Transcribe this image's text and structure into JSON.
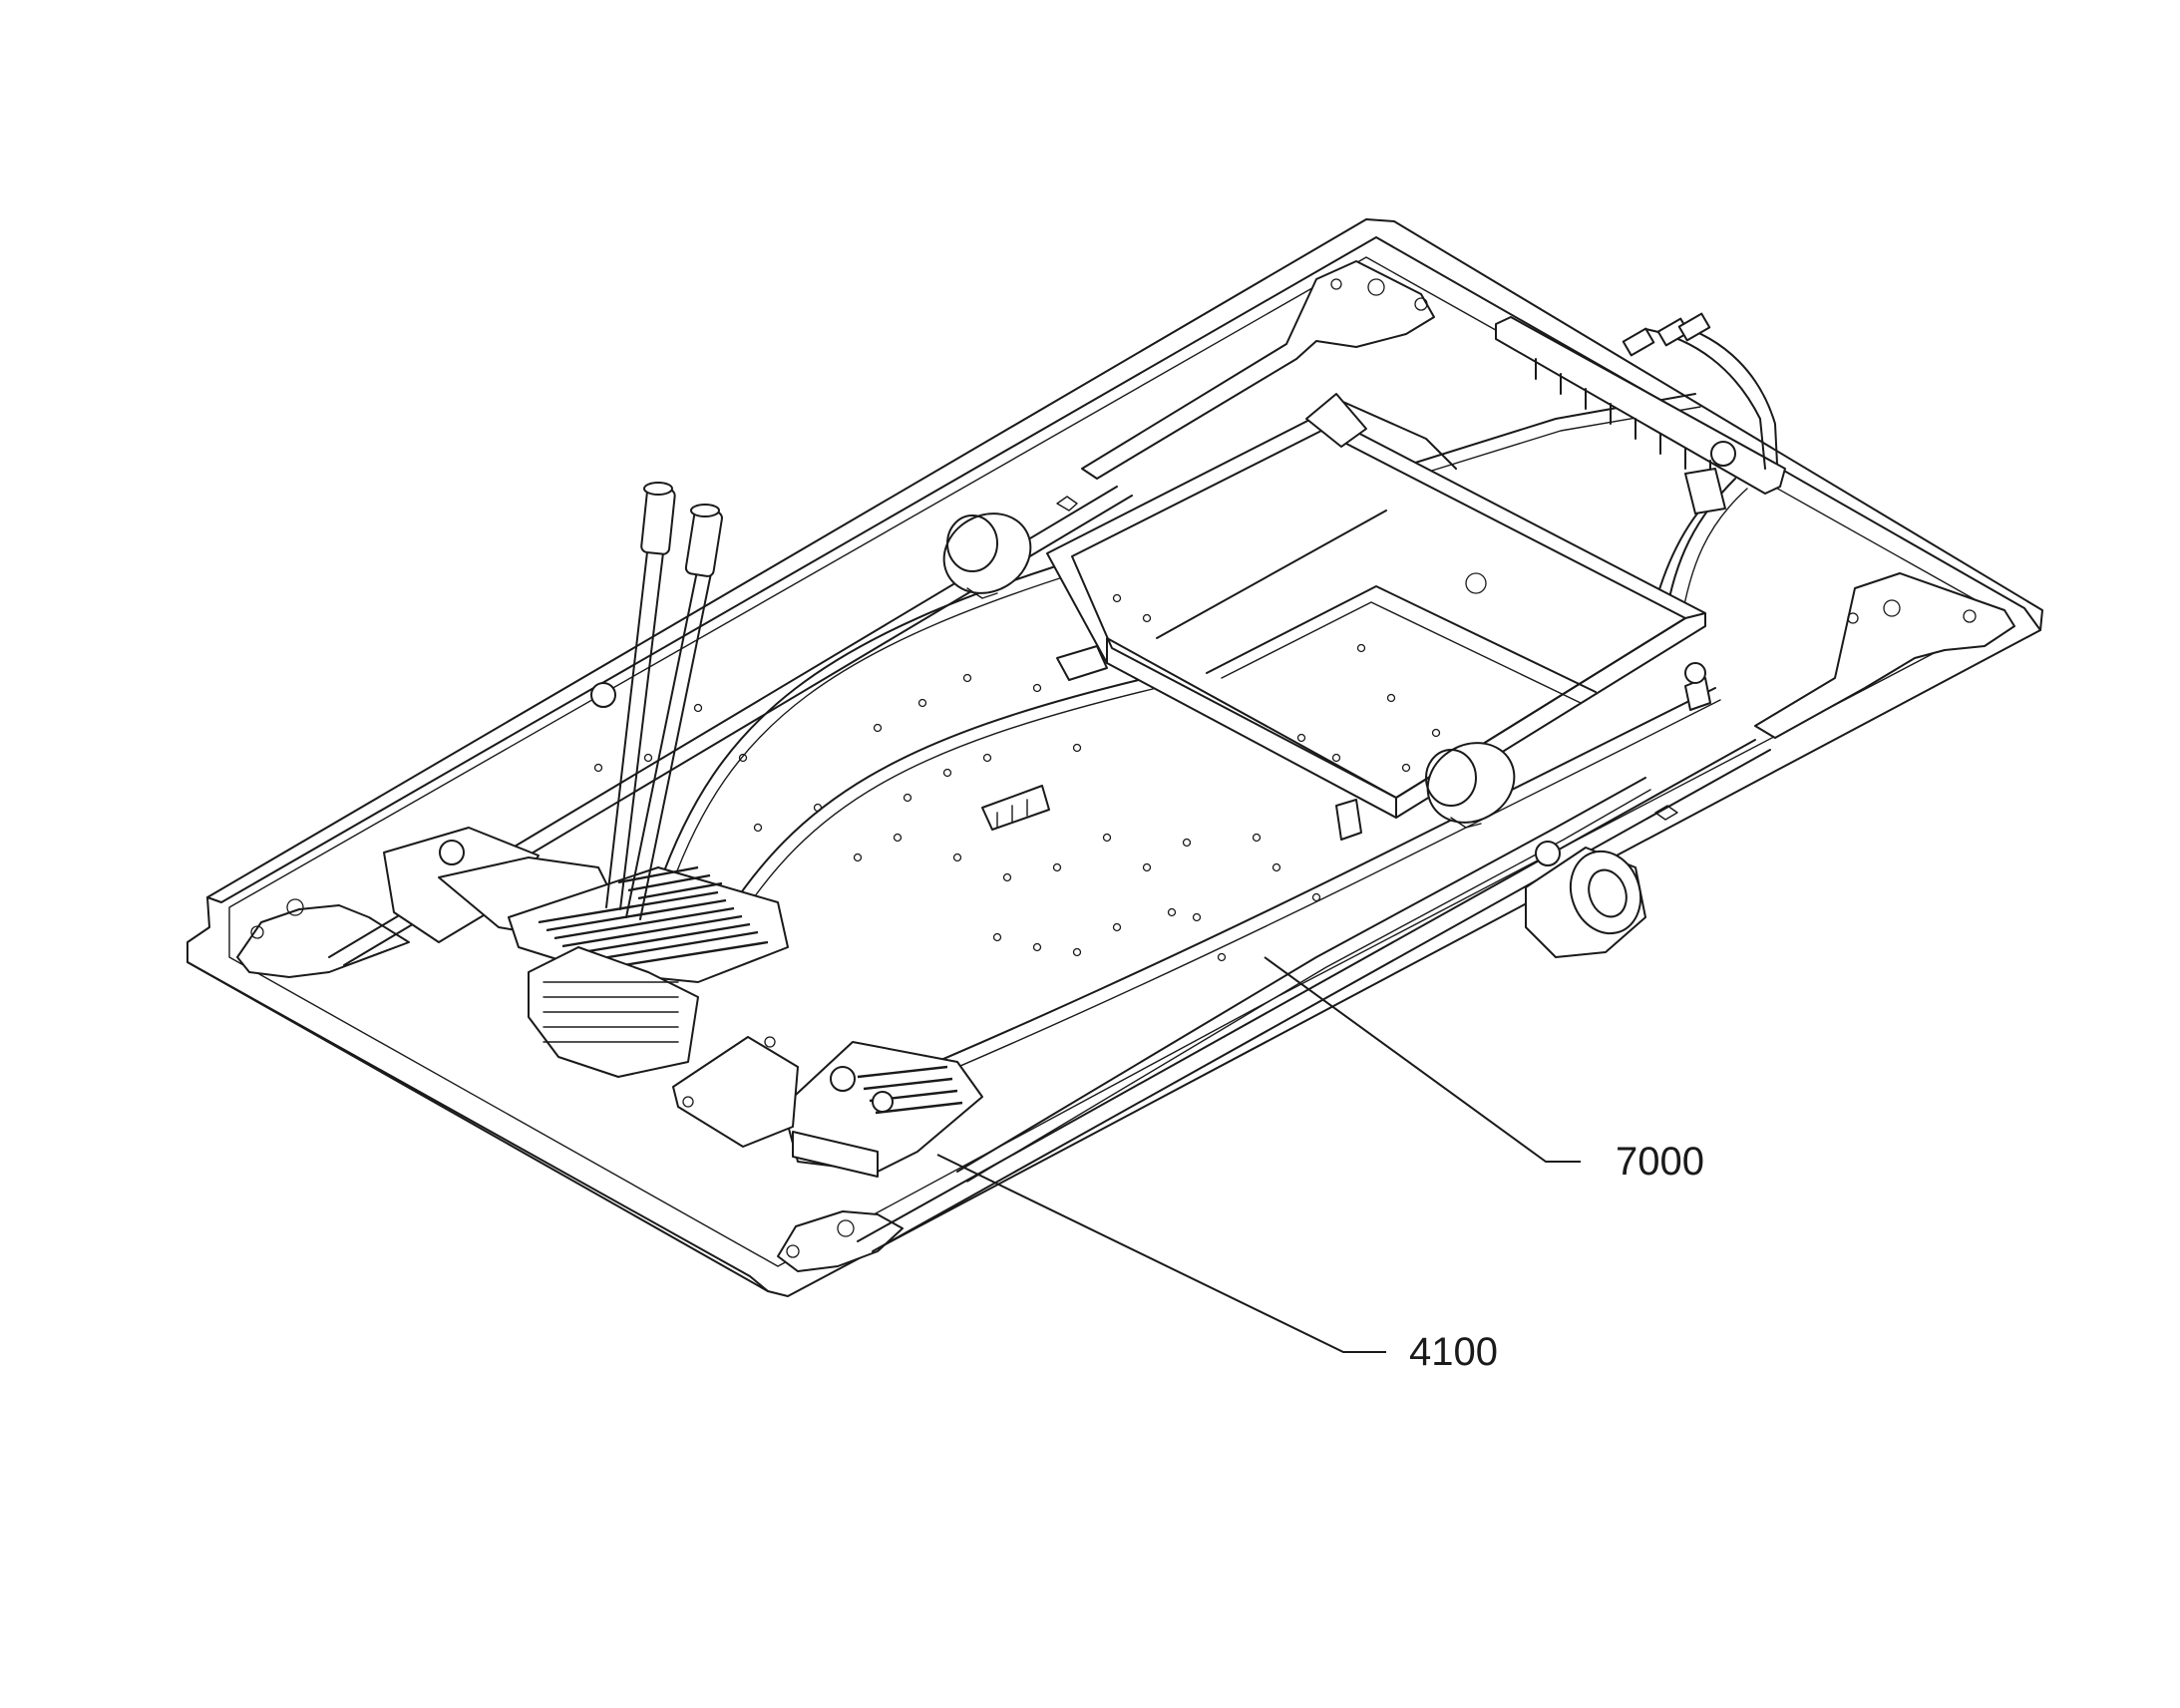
{
  "diagram": {
    "callouts": [
      {
        "id": "callout-7000",
        "label": "7000"
      },
      {
        "id": "callout-4100",
        "label": "4100"
      }
    ]
  }
}
